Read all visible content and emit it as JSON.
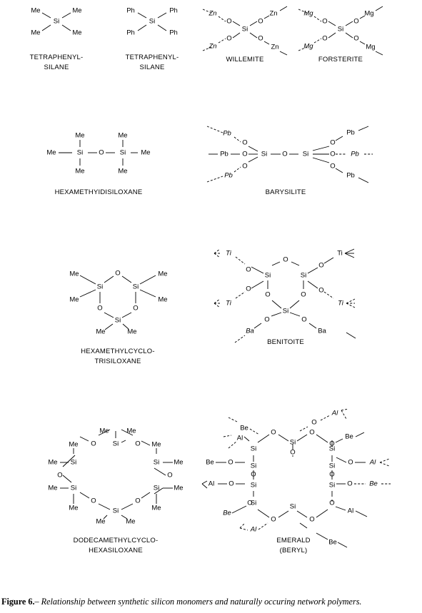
{
  "atoms": {
    "si": "Si",
    "o": "O",
    "me": "Me",
    "ph": "Ph",
    "zn": "Zn",
    "mg": "Mg",
    "pb": "Pb",
    "ti": "Ti",
    "ba": "Ba",
    "be": "Be",
    "al": "Al"
  },
  "structures": {
    "s1": {
      "name_1": "TETRAPHENYL-",
      "name_2": "SILANE"
    },
    "s2": {
      "name_1": "TETRAPHENYL-",
      "name_2": "SILANE"
    },
    "s3": {
      "name": "WILLEMITE"
    },
    "s4": {
      "name": "FORSTERITE"
    },
    "s5": {
      "name": "HEXAMETHYIDISILOXANE"
    },
    "s6": {
      "name": "BARYSILITE"
    },
    "s7": {
      "name_1": "HEXAMETHYLCYCLO-",
      "name_2": "TRISILOXANE"
    },
    "s8": {
      "name": "BENITOITE"
    },
    "s9": {
      "name_1": "DODECAMETHYLCYCLO-",
      "name_2": "HEXASILOXANE"
    },
    "s10": {
      "name_1": "EMERALD",
      "name_2": "(BERYL)"
    }
  },
  "caption": {
    "label": "Figure 6.",
    "text": "– Relationship between synthetic silicon monomers and naturally occuring network polymers."
  }
}
